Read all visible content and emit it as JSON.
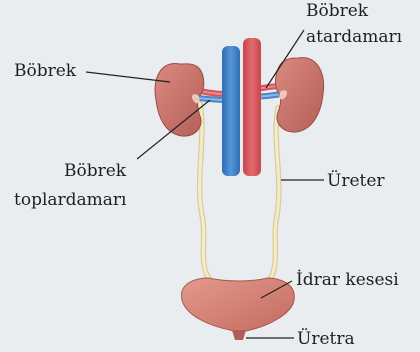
{
  "labels": {
    "kidney": "Böbrek",
    "renal_artery_line1": "Böbrek",
    "renal_artery_line2": "atardamarı",
    "renal_vein_line1": "Böbrek",
    "renal_vein_line2": "toplardamarı",
    "ureter": "Üreter",
    "bladder": "İdrar kesesi",
    "urethra": "Üretra"
  },
  "colors": {
    "background": "#e9edf0",
    "kidney": "#c8726a",
    "vein": "#3f7fc4",
    "artery": "#d4545a",
    "ureter": "#ece3b4",
    "bladder": "#d27f72"
  }
}
